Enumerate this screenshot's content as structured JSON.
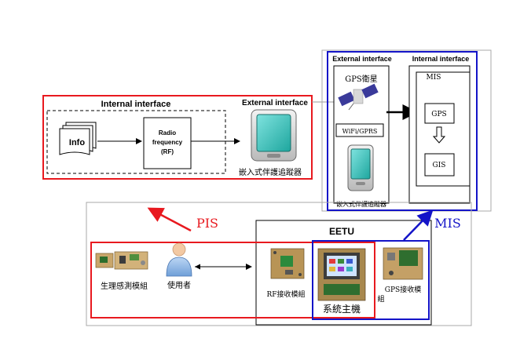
{
  "internal_box": {
    "title": "Internal interface",
    "info_label": "Info",
    "rf_label_lines": [
      "Radio",
      "frequency",
      "(RF)"
    ]
  },
  "external_left": {
    "title": "External interface",
    "device_label": "嵌入式伴護追蹤器"
  },
  "mis_panel": {
    "external_title": "External interface",
    "internal_title": "Internal interface",
    "gps_satellite_label": "GPS衛星",
    "wifi_label": "WiFi/GPRS",
    "device_label": "嵌入式伴護追蹤器",
    "mis_box_label": "MIS",
    "gps_box_label": "GPS",
    "gis_box_label": "GIS"
  },
  "bottom": {
    "pis_label": "PIS",
    "mis_label": "MIS",
    "eetu_label": "EETU",
    "sensor_label": "生理感測模組",
    "user_label": "使用者",
    "rf_receiver_label": "RF接收模組",
    "main_unit_label": "系統主機",
    "gps_receiver_label_lines": [
      "GPS接收模",
      "組"
    ]
  },
  "colors": {
    "pis_red": "#e8191f",
    "mis_blue": "#1414c8",
    "device_teal": "#2fb8b0",
    "board_green": "#3f7a3a"
  }
}
